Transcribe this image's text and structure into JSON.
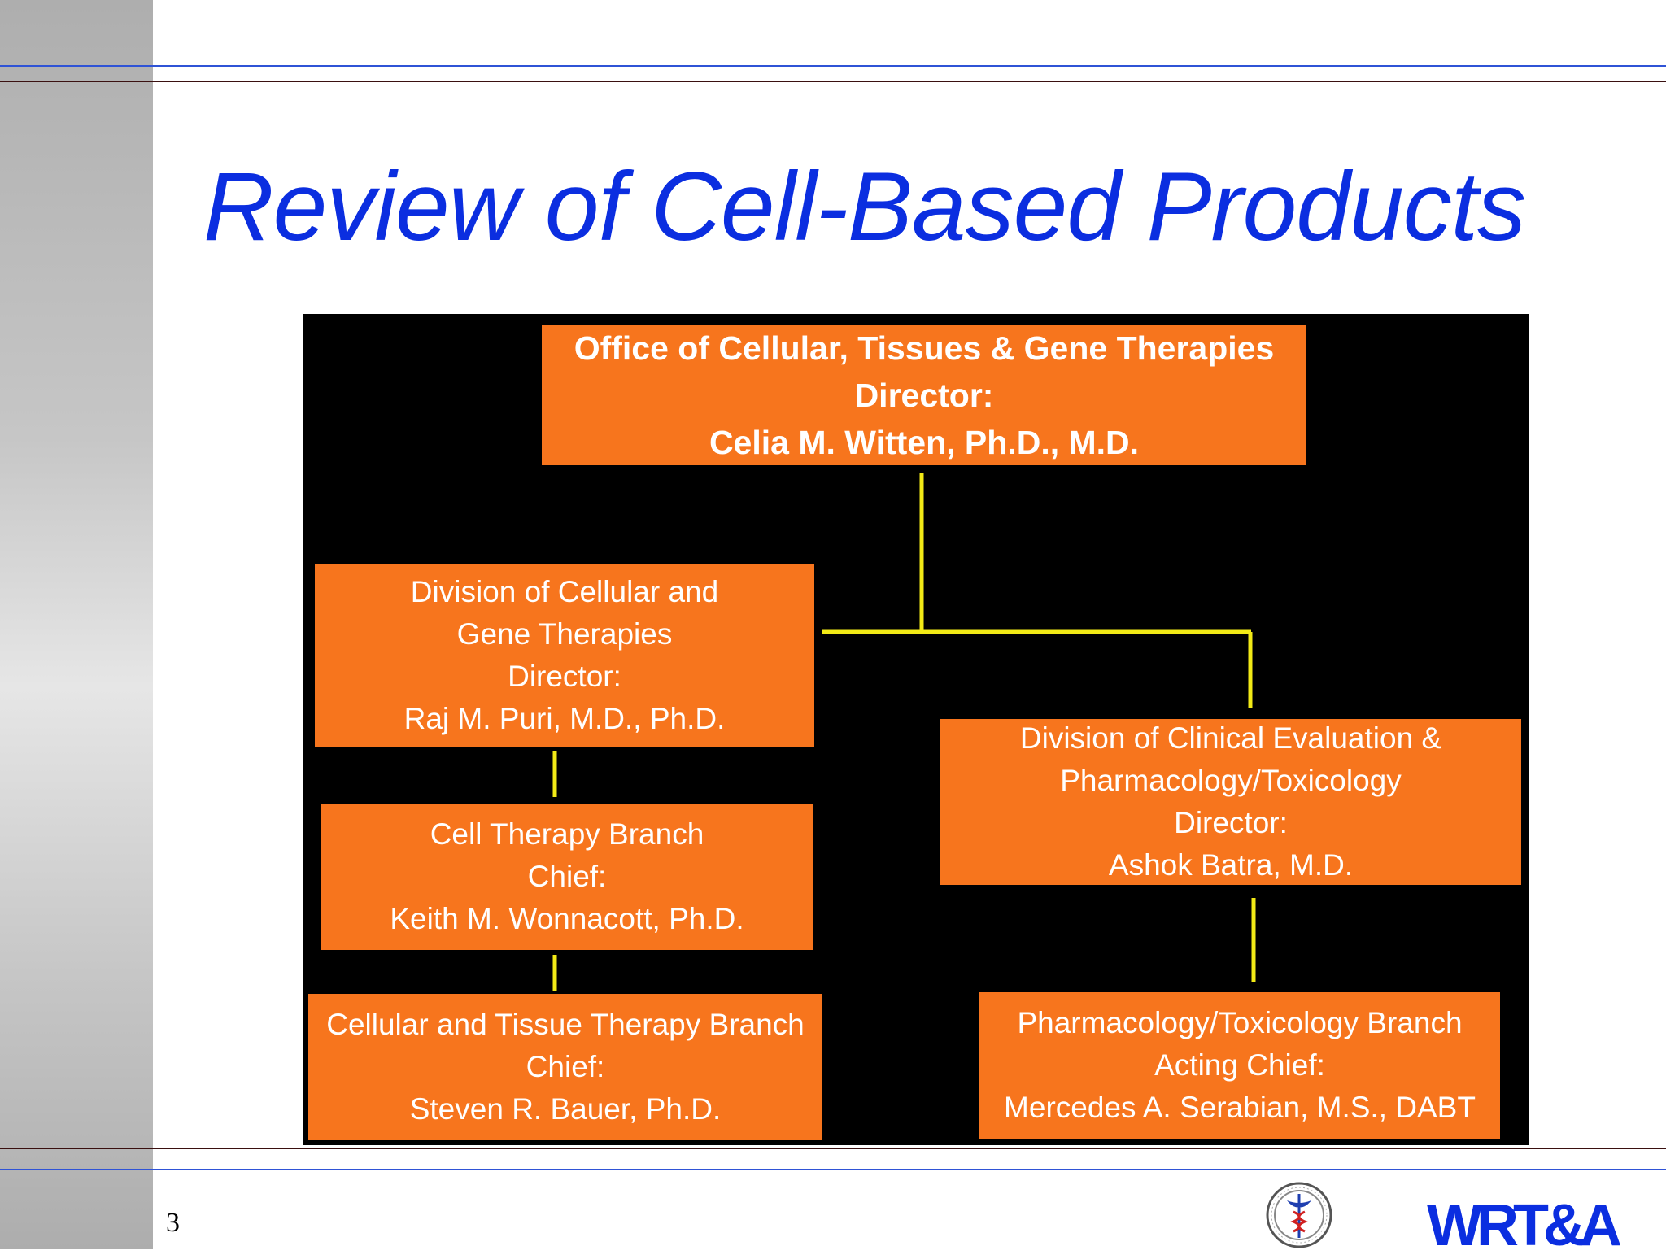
{
  "slide": {
    "title": "Review of Cell-Based Products",
    "page_number": "3",
    "logo_text": "WRT&A",
    "seal_icon": "fda-seal-icon"
  },
  "org_chart": {
    "office": {
      "line1": "Office of Cellular, Tissues & Gene Therapies",
      "line2": "Director:",
      "line3": "Celia M. Witten, Ph.D., M.D."
    },
    "division_cgt": {
      "line1": "Division of Cellular and",
      "line2": "Gene Therapies",
      "line3": "Director:",
      "line4": "Raj M. Puri, M.D., Ph.D."
    },
    "cell_therapy_branch": {
      "line1": "Cell Therapy Branch",
      "line2": "Chief:",
      "line3": "Keith M. Wonnacott, Ph.D."
    },
    "cellular_tissue_branch": {
      "line1": "Cellular and Tissue Therapy Branch",
      "line2": "Chief:",
      "line3": "Steven R. Bauer, Ph.D."
    },
    "division_ceptox": {
      "line1": "Division of Clinical Evaluation &",
      "line2": "Pharmacology/Toxicology",
      "line3": "Director:",
      "line4": "Ashok Batra, M.D."
    },
    "pharm_tox_branch": {
      "line1": "Pharmacology/Toxicology Branch",
      "line2": "Acting Chief:",
      "line3": "Mercedes A. Serabian, M.S., DABT"
    }
  },
  "colors": {
    "title": "#0b2ee0",
    "box_fill": "#f7751d",
    "box_text": "#ffffff",
    "connector": "#f2ea16",
    "chart_background": "#000000",
    "rule_blue": "#2f53d6",
    "rule_dark": "#3a1010"
  }
}
